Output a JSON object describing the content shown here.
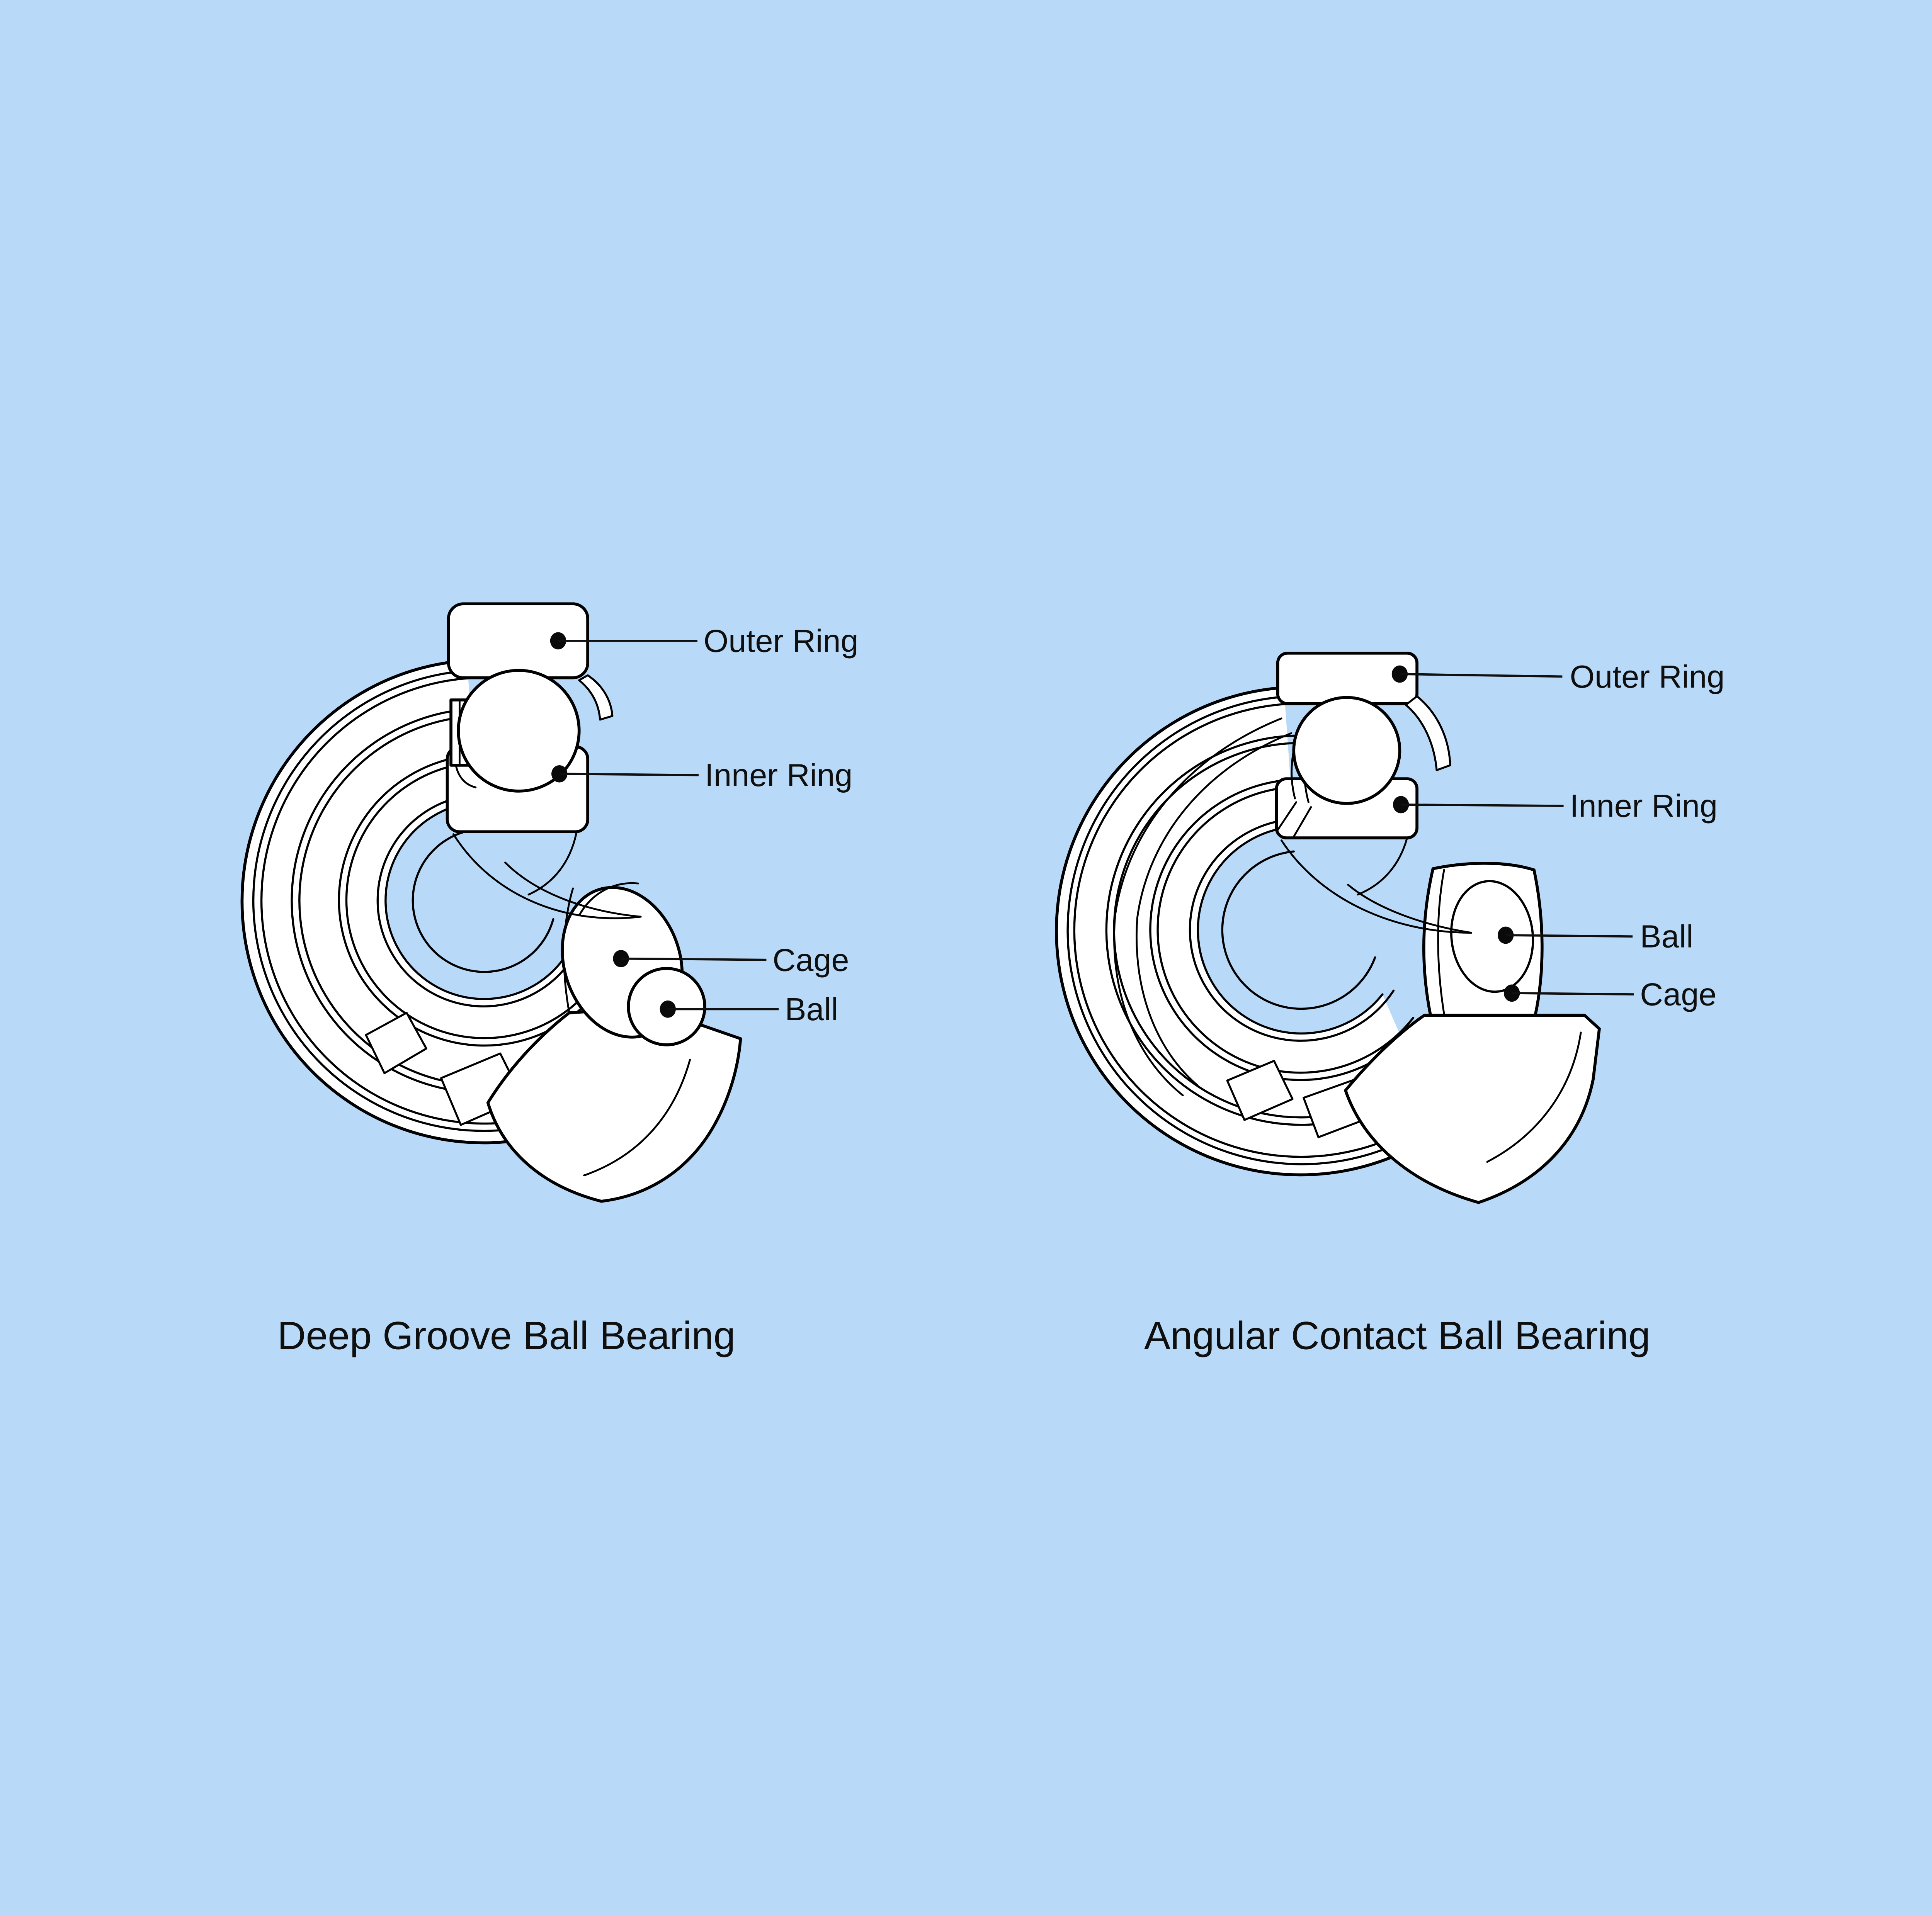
{
  "background_color": "#b8d9f7",
  "stroke_color": "#000000",
  "diagrams": [
    {
      "id": "deep-groove",
      "title": "Deep Groove Ball Bearing",
      "labels": [
        {
          "text": "Outer Ring"
        },
        {
          "text": "Inner Ring"
        },
        {
          "text": "Cage"
        },
        {
          "text": "Ball"
        }
      ]
    },
    {
      "id": "angular-contact",
      "title": "Angular Contact Ball Bearing",
      "labels": [
        {
          "text": "Outer Ring"
        },
        {
          "text": "Inner Ring"
        },
        {
          "text": "Ball"
        },
        {
          "text": "Cage"
        }
      ]
    }
  ]
}
